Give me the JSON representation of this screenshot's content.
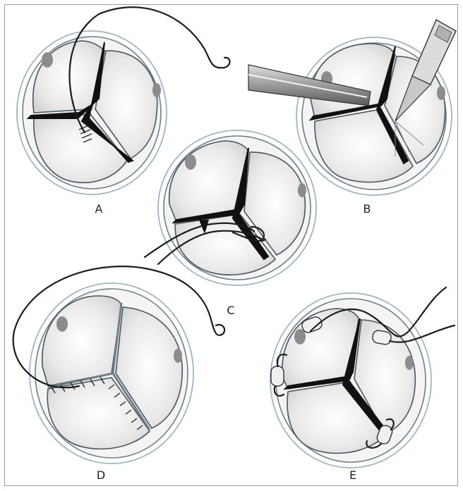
{
  "panels": [
    {
      "id": "A",
      "label": "A"
    },
    {
      "id": "B",
      "label": "B"
    },
    {
      "id": "C",
      "label": "C"
    },
    {
      "id": "D",
      "label": "D"
    },
    {
      "id": "E",
      "label": "E"
    }
  ],
  "colors": {
    "cusp_fill": "#ececec",
    "outline": "#4a5560",
    "outer_ring": "#9fb6c4",
    "thread": "#1c1c1c",
    "ostium": "#8c8c8c",
    "frame_border": "#9a9a9a"
  }
}
